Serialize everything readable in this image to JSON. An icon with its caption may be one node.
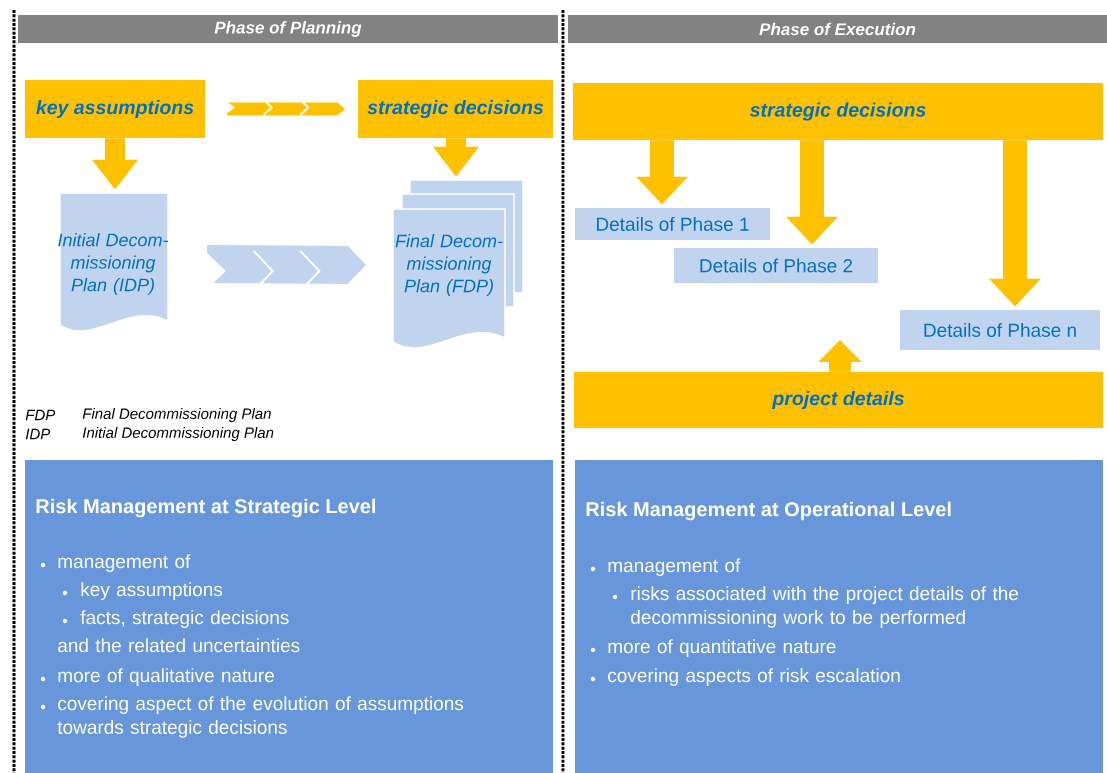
{
  "diagram": {
    "nodes": [
      {
        "text": [
          "Phase of Planning"
        ]
      },
      {
        "text": [
          "Phase of Execution"
        ]
      },
      {
        "text": [
          "key assumptions"
        ]
      },
      {
        "text": [
          "strategic decisions"
        ]
      },
      {
        "text": [
          "Initial Decom- missioning Plan (IDP)"
        ]
      },
      {
        "text": [
          "Final Decom- missioning Plan (FDP)"
        ]
      },
      {
        "text": [
          "strategic decisions"
        ]
      },
      {
        "text": [
          "Details of Phase 1"
        ]
      },
      {
        "text": [
          "Details of Phase 2"
        ]
      },
      {
        "text": [
          "Details of Phase n"
        ]
      },
      {
        "text": [
          "project details"
        ]
      },
      {
        "text": [
          "Risk Management at Strategic Level",
          "management of",
          "key assumptions",
          "facts, strategic decisions",
          "and the related uncertainties",
          "more of qualitative nature",
          "covering aspect of the evolution of assumptions towards strategic decisions"
        ]
      },
      {
        "text": [
          "Risk Management at Operational Level",
          "management of",
          "risks associated with the project details of the decommissioning work to be performed",
          "more of quantitative nature",
          "covering aspects of risk escalation"
        ]
      }
    ],
    "edges": [
      {
        "from": 2,
        "to": 3,
        "arrow": "to"
      },
      {
        "from": 2,
        "to": 4,
        "arrow": "to"
      },
      {
        "from": 3,
        "to": 5,
        "arrow": "to"
      },
      {
        "from": 4,
        "to": 5,
        "arrow": "to",
        "color": "#c0d3ef"
      },
      {
        "from": 6,
        "to": 7,
        "arrow": "to"
      },
      {
        "from": 6,
        "to": 8,
        "arrow": "to"
      },
      {
        "from": 6,
        "to": 9,
        "arrow": "to"
      },
      {
        "from": 10,
        "to": null,
        "arrow": "to"
      }
    ],
    "labels": [
      "FDP",
      "Final Decommissioning Plan",
      "IDP",
      "Initial Decommissioning Plan"
    ]
  }
}
